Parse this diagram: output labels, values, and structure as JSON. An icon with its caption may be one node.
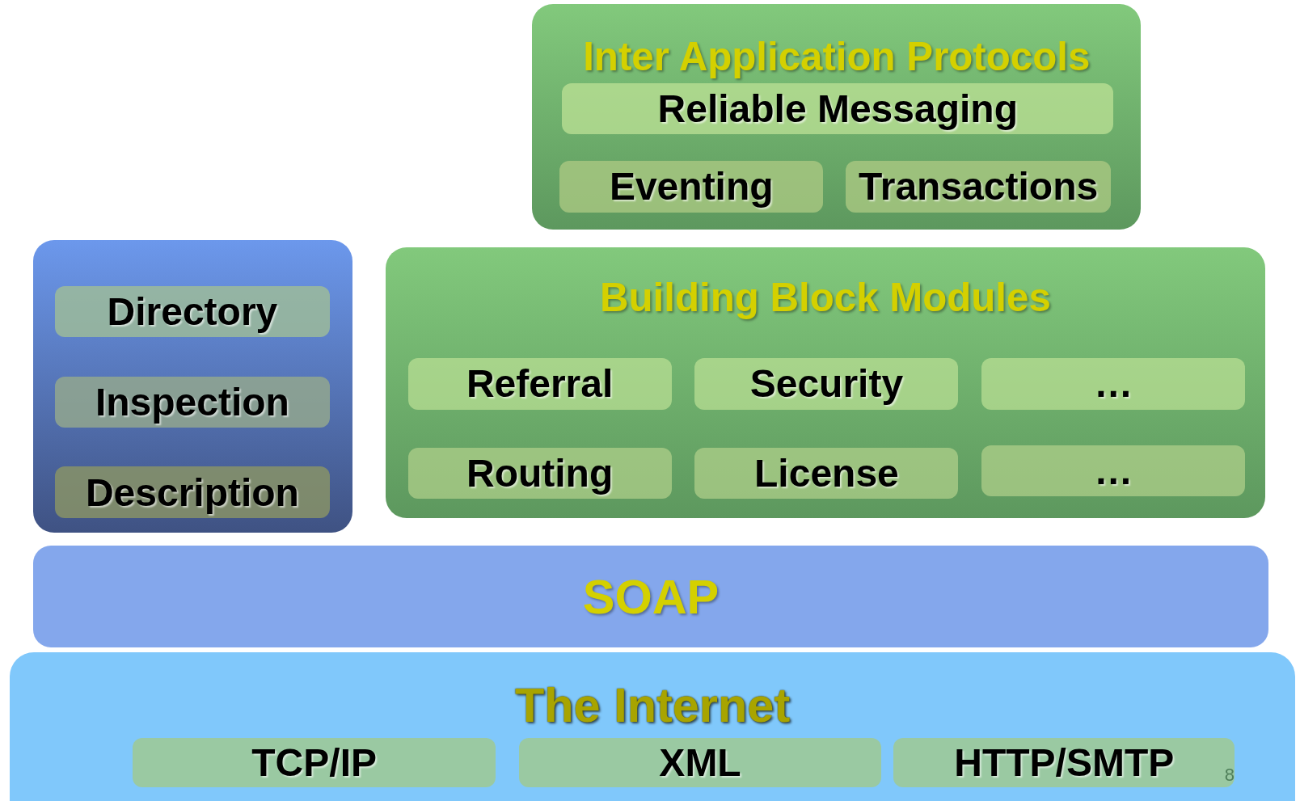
{
  "diagram": {
    "nodes": [
      {
        "text": [
          "Inter Application Protocols"
        ]
      },
      {
        "text": [
          "Reliable Messaging"
        ],
        "in": 0
      },
      {
        "text": [
          "Eventing"
        ],
        "in": 0
      },
      {
        "text": [
          "Transactions"
        ],
        "in": 0
      },
      {
        "text": [],
        "shape": "box"
      },
      {
        "text": [
          "Directory"
        ],
        "in": 4
      },
      {
        "text": [
          "Inspection"
        ],
        "in": 4
      },
      {
        "text": [
          "Description"
        ],
        "in": 4
      },
      {
        "text": [
          "Building Block Modules"
        ]
      },
      {
        "text": [
          "Referral"
        ],
        "in": 8
      },
      {
        "text": [
          "Security"
        ],
        "in": 8
      },
      {
        "text": [
          "…"
        ],
        "in": 8
      },
      {
        "text": [
          "Routing"
        ],
        "in": 8
      },
      {
        "text": [
          "License"
        ],
        "in": 8
      },
      {
        "text": [
          "…"
        ],
        "in": 8
      },
      {
        "text": [
          "SOAP"
        ]
      },
      {
        "text": [
          "The Internet"
        ]
      },
      {
        "text": [
          "TCP/IP"
        ],
        "in": 16
      },
      {
        "text": [
          "XML"
        ],
        "in": 16
      },
      {
        "text": [
          "HTTP/SMTP"
        ],
        "in": 16
      }
    ],
    "edges": [],
    "labels": [
      "8"
    ]
  }
}
